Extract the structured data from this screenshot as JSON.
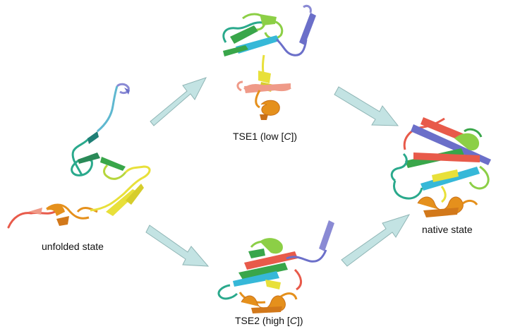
{
  "labels": {
    "unfolded": "unfolded state",
    "tse1": {
      "prefix": "TSE1 (low [",
      "symbol": "C",
      "suffix": "])"
    },
    "tse2": {
      "prefix": "TSE2 (high [",
      "symbol": "C",
      "suffix": "])"
    },
    "native": "native state"
  },
  "colors": {
    "arrow_fill": "#c3e3e3",
    "arrow_stroke": "#8fb5b5",
    "ribbon_blue": "#6b6fc9",
    "ribbon_cyan": "#36b8d8",
    "ribbon_teal": "#2aa98c",
    "ribbon_green": "#39a64a",
    "ribbon_lightgreen": "#8ccf46",
    "ribbon_yellow": "#e8e03a",
    "ribbon_orange": "#e5901c",
    "ribbon_red": "#e85a4a",
    "ribbon_salmon": "#ef9a88"
  },
  "structures": [
    {
      "id": "unfolded-structure",
      "icon": "protein-ribbon-icon"
    },
    {
      "id": "tse1-structure",
      "icon": "protein-ribbon-icon"
    },
    {
      "id": "tse2-structure",
      "icon": "protein-ribbon-icon"
    },
    {
      "id": "native-structure",
      "icon": "protein-ribbon-icon"
    }
  ]
}
